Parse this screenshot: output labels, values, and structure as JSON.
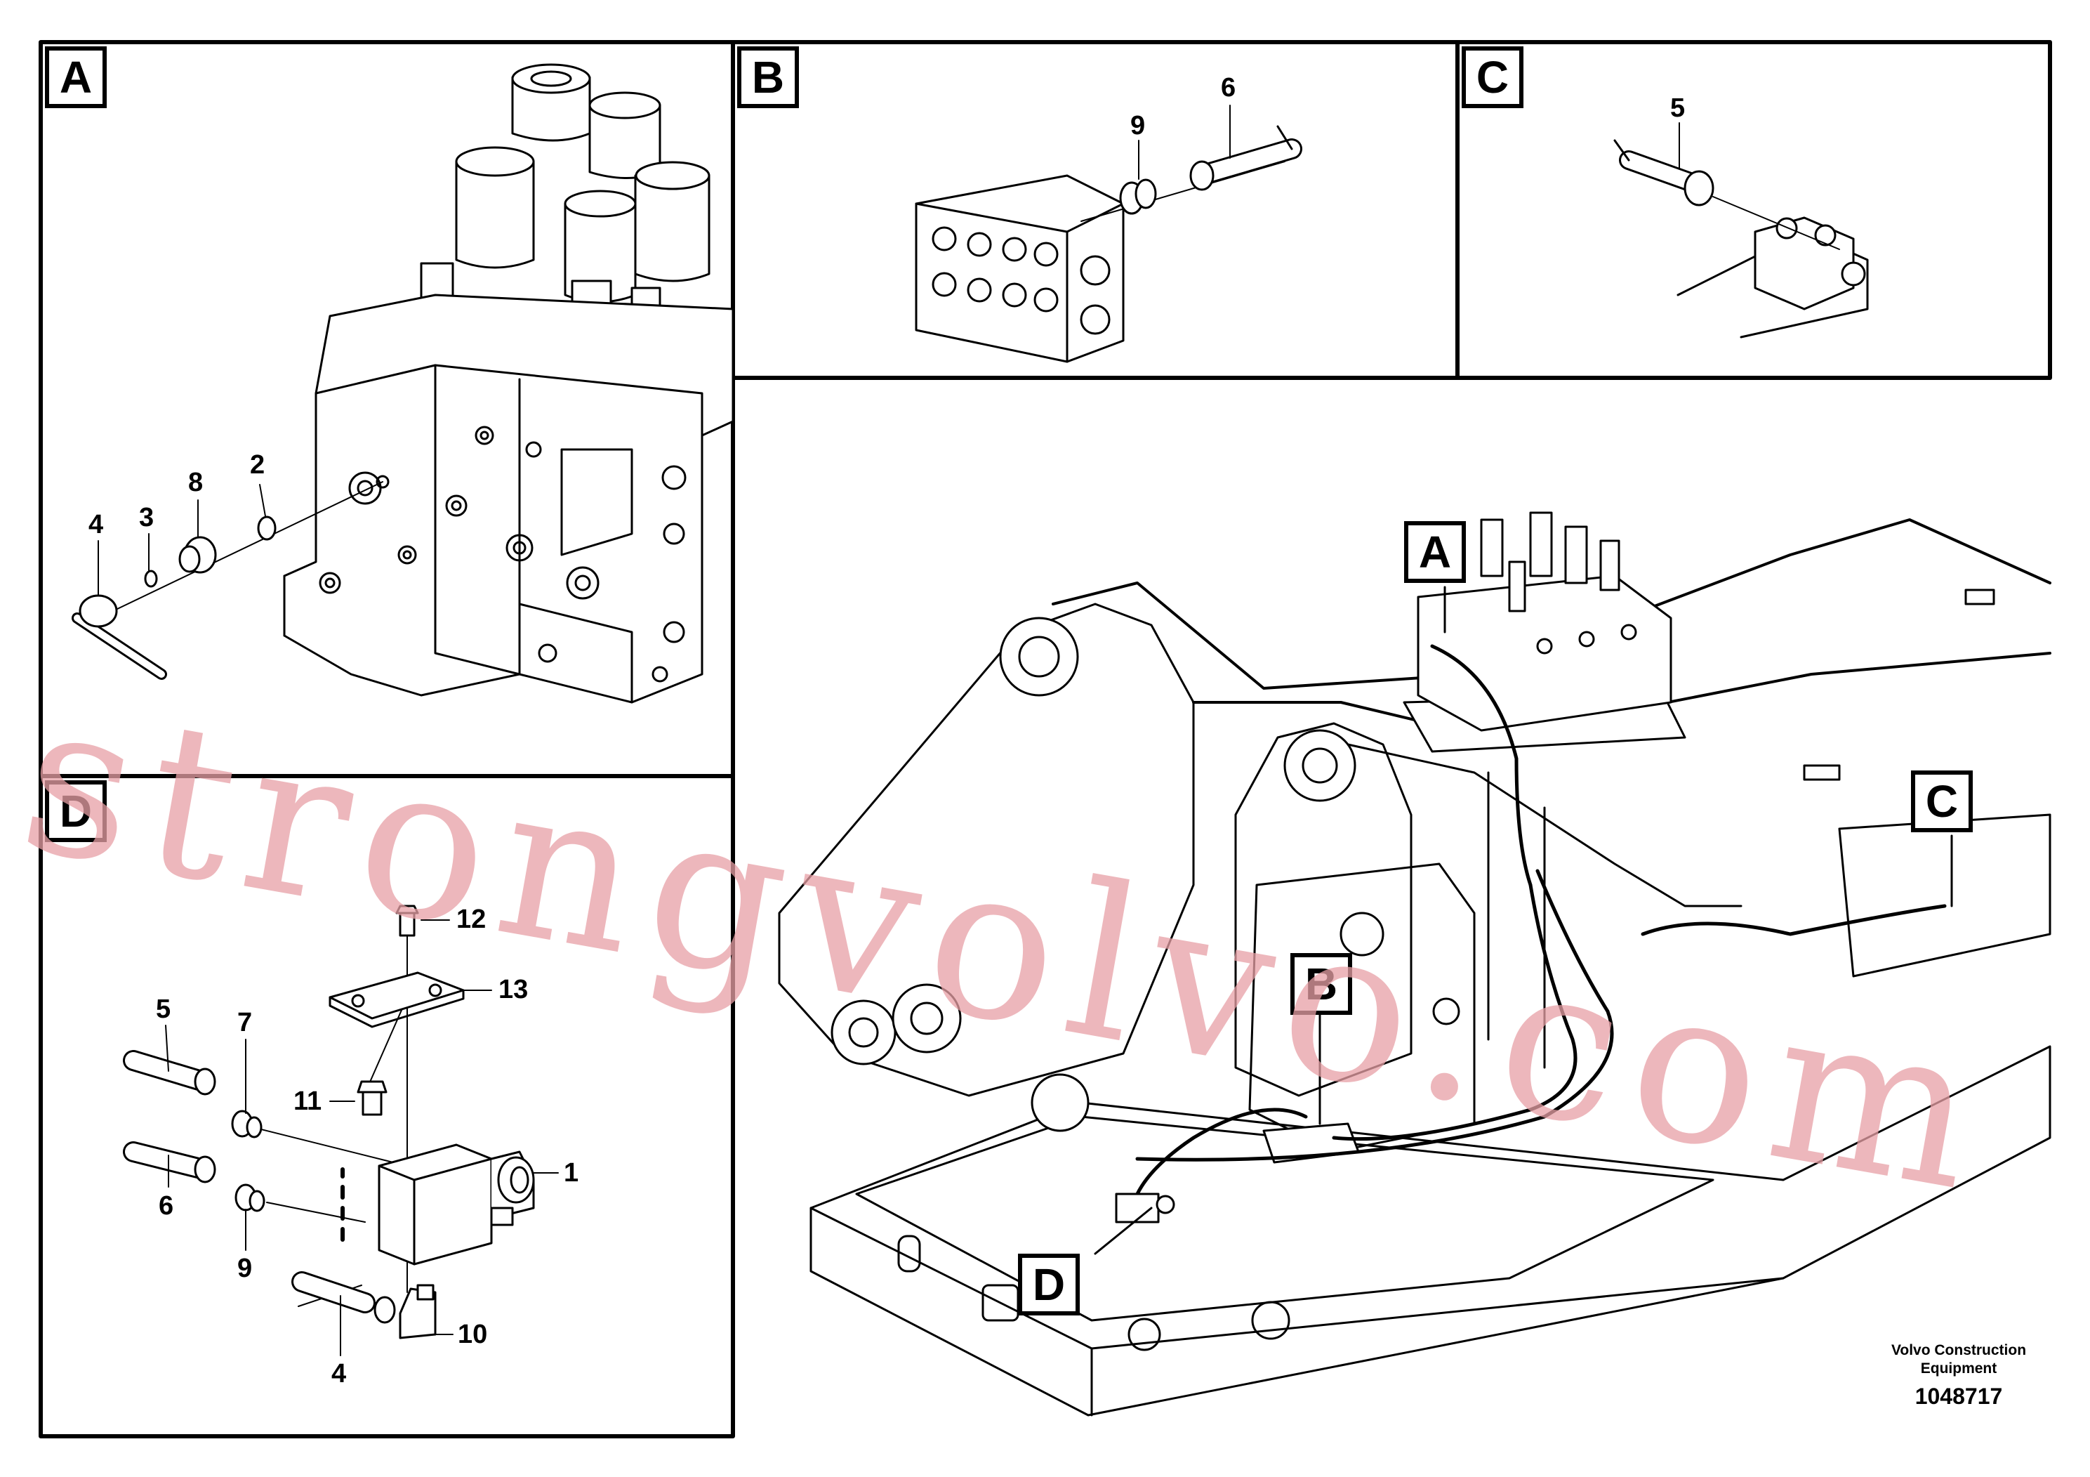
{
  "panels": {
    "a": {
      "tag": "A",
      "callouts": [
        "2",
        "3",
        "4",
        "8"
      ]
    },
    "b": {
      "tag": "B",
      "callouts": [
        "6",
        "9"
      ]
    },
    "c": {
      "tag": "C",
      "callouts": [
        "5"
      ]
    },
    "d": {
      "tag": "D",
      "callouts": [
        "1",
        "4",
        "5",
        "6",
        "7",
        "9",
        "10",
        "11",
        "12",
        "13"
      ]
    }
  },
  "overview_markers": [
    "A",
    "B",
    "C",
    "D"
  ],
  "footer": {
    "company_line1": "Volvo Construction",
    "company_line2": "Equipment",
    "drawing_number": "1048717"
  },
  "watermark": "strongvolvo.com",
  "colors": {
    "line": "#000000",
    "watermark": "#e8a0a6"
  }
}
